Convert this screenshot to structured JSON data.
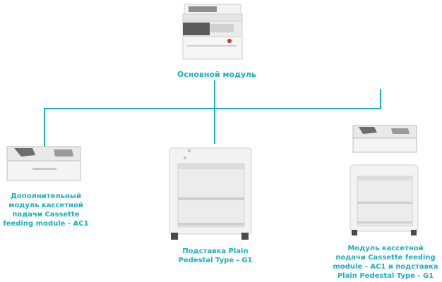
{
  "main_unit": {
    "label": "Основной модуль"
  },
  "options": [
    {
      "label_lines": [
        "Дополнительный",
        "модуль кассетной",
        "подачи Cassette",
        "feeding module - AC1"
      ]
    },
    {
      "label_lines": [
        "Подставка Plain",
        "Pedestal Type - G1"
      ]
    },
    {
      "label_lines": [
        "Модуль кассетной",
        "подачи Cassette feeding",
        "module - AC1 и подставка",
        "Plain Pedestal Type - G1"
      ]
    }
  ],
  "colors": {
    "accent": "#1ab0c3",
    "device_body": "#f1f1f1",
    "device_shadow": "#d4d4d4",
    "device_dark": "#4a4a4a"
  }
}
